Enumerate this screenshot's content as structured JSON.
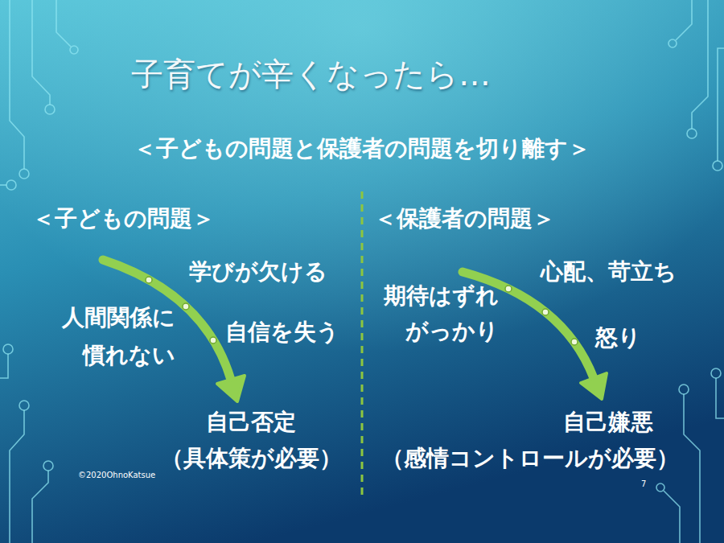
{
  "diagram": {
    "title": "子育てが辛くなったら…",
    "labels": [
      "＜子どもの問題と保護者の問題を切り離す＞",
      "＜子どもの問題＞",
      "学びが欠ける",
      "人間関係に 慣れない",
      "自信を失う",
      "自己否定",
      "（具体策が必要）",
      "＜保護者の問題＞",
      "心配、苛立ち",
      "期待はずれ がっかり",
      "怒り",
      "自己嫌悪",
      "（感情コントロールが必要）",
      "©2020OhnoKatsue",
      "7"
    ]
  }
}
